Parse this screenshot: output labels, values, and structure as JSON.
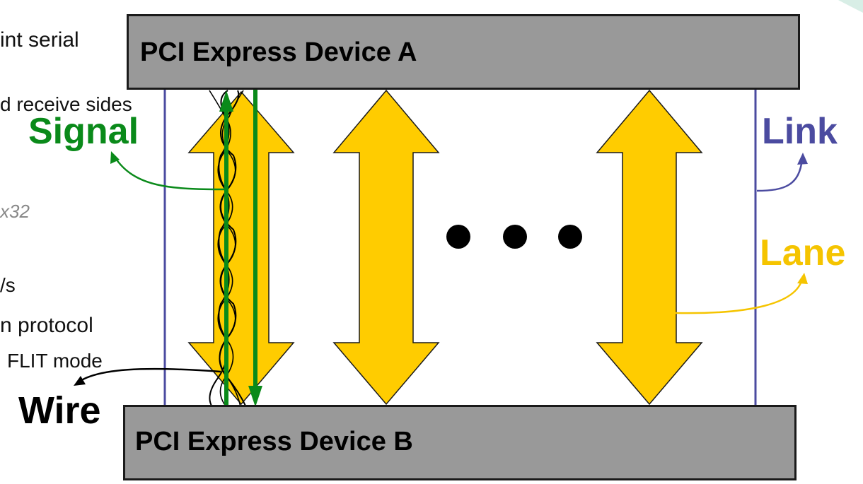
{
  "slide": {
    "partial_text": {
      "line1": "int serial",
      "line2": "d receive sides",
      "line3": "x32",
      "line4": "/s",
      "line5": "n protocol",
      "line6": "FLIT mode"
    }
  },
  "diagram": {
    "device_a": "PCI Express Device A",
    "device_b": "PCI Express Device B",
    "labels": {
      "signal": "Signal",
      "link": "Link",
      "lane": "Lane",
      "wire": "Wire"
    },
    "ellipsis_dots": 3,
    "colors": {
      "device_fill": "#999999",
      "lane_fill": "#FFCC00",
      "signal": "#0A8A1A",
      "link": "#4B4BA0",
      "lane_label": "#F5C400",
      "wire": "#000000"
    }
  }
}
